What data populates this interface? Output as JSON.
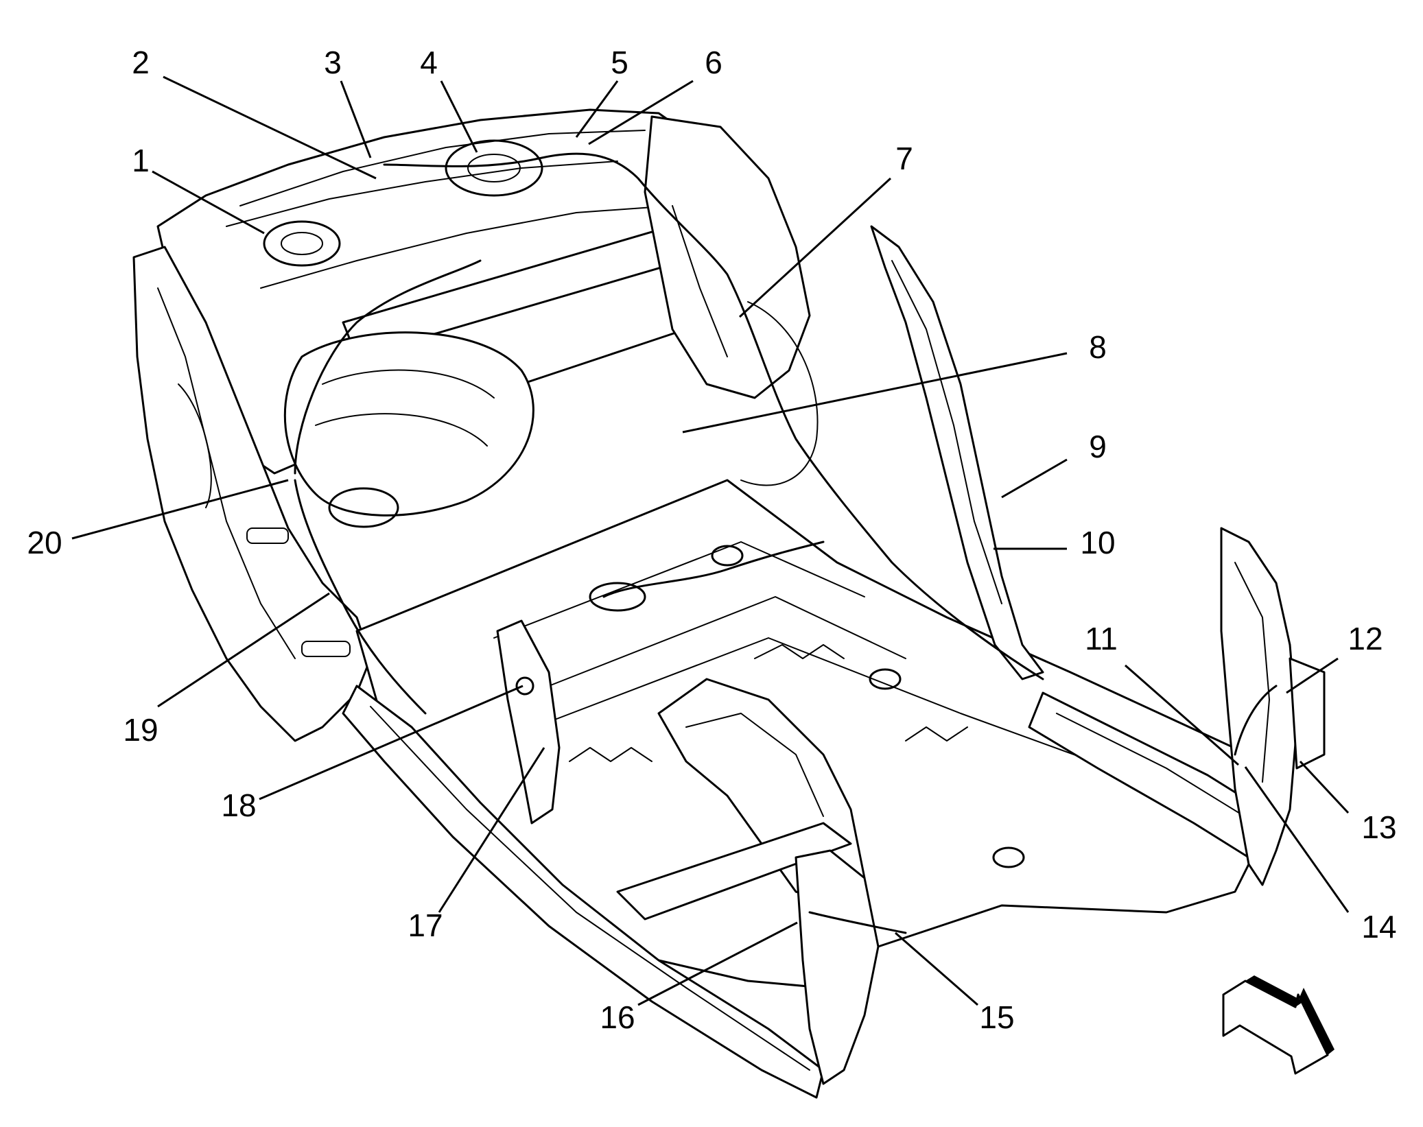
{
  "callouts": [
    {
      "number": "1"
    },
    {
      "number": "2"
    },
    {
      "number": "3"
    },
    {
      "number": "4"
    },
    {
      "number": "5"
    },
    {
      "number": "6"
    },
    {
      "number": "7"
    },
    {
      "number": "8"
    },
    {
      "number": "9"
    },
    {
      "number": "10"
    },
    {
      "number": "11"
    },
    {
      "number": "12"
    },
    {
      "number": "13"
    },
    {
      "number": "14"
    },
    {
      "number": "15"
    },
    {
      "number": "16"
    },
    {
      "number": "17"
    },
    {
      "number": "18"
    },
    {
      "number": "19"
    },
    {
      "number": "20"
    }
  ],
  "colors": {
    "ink": "#000000",
    "paper": "#ffffff"
  },
  "icons": {
    "view_direction": "view-direction-arrow-icon"
  }
}
